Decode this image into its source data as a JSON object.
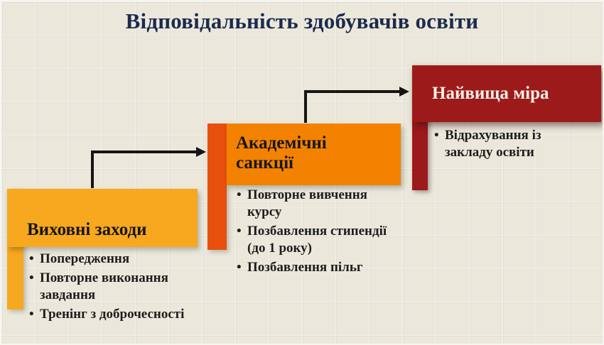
{
  "title": "Відповідальність здобувачів освіти",
  "colors": {
    "background": "#ebe8db",
    "title_text": "#1b2a4d",
    "yellow_block": "#f7a81f",
    "orange_block": "#f28200",
    "orange_strip": "#e8500e",
    "red_block": "#9d1a1b",
    "arrow": "#151515"
  },
  "blocks": [
    {
      "title": "Виховні заходи",
      "color": "#f7a81f",
      "items": [
        "Попередження",
        "Повторне виконання завдання",
        "Тренінг з доброчесності"
      ]
    },
    {
      "title": "Академічні санкції",
      "color": "#f28200",
      "items": [
        "Повторне вивчення курсу",
        "Позбавлення стипендії (до 1 року)",
        "Позбавлення пільг"
      ]
    },
    {
      "title": "Найвища міра",
      "color": "#9d1a1b",
      "items": [
        "Відрахування із закладу освіти"
      ]
    }
  ]
}
